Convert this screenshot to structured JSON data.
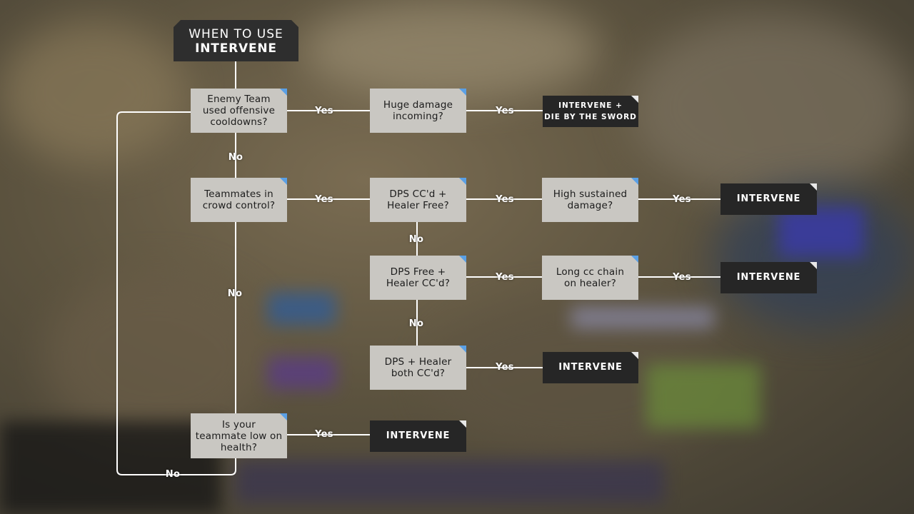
{
  "title": {
    "line1": "WHEN TO USE",
    "line2": "INTERVENE"
  },
  "questions": {
    "q1": "Enemy Team\nused offensive\ncooldowns?",
    "q2": "Huge damage\nincoming?",
    "q3": "Teammates in\ncrowd control?",
    "q4": "DPS CC'd +\nHealer Free?",
    "q5": "High sustained\ndamage?",
    "q6": "DPS Free +\nHealer CC'd?",
    "q7": "Long cc chain\non healer?",
    "q8": "DPS + Healer\nboth CC'd?",
    "q9": "Is your\nteammate low on\nhealth?"
  },
  "answers": {
    "a1": "INTERVENE +\nDIE BY THE SWORD",
    "a2": "INTERVENE",
    "a3": "INTERVENE",
    "a4": "INTERVENE",
    "a5": "INTERVENE"
  },
  "edge_labels": {
    "yes": "Yes",
    "no": "No"
  },
  "colors": {
    "question_fill": "#c9c7c2",
    "answer_fill": "#262626",
    "question_corner": "#5aa0e6",
    "line": "#ffffff"
  }
}
